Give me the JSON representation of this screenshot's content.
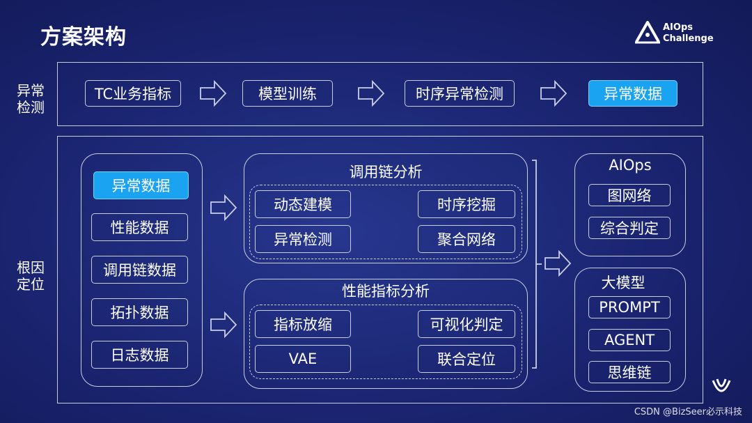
{
  "header": {
    "title": "方案架构",
    "logo_line1": "AIOps",
    "logo_line2": "Challenge"
  },
  "anomaly_section": {
    "label_line1": "异常",
    "label_line2": "检测",
    "steps": [
      "TC业务指标",
      "模型训练",
      "时序异常检测",
      "异常数据"
    ]
  },
  "rca_section": {
    "label_line1": "根因",
    "label_line2": "定位",
    "inputs": [
      "异常数据",
      "性能数据",
      "调用链数据",
      "拓扑数据",
      "日志数据"
    ],
    "trace_panel": {
      "title": "调用链分析",
      "items": [
        "动态建模",
        "时序挖掘",
        "异常检测",
        "聚合网络"
      ]
    },
    "metric_panel": {
      "title": "性能指标分析",
      "items": [
        "指标放缩",
        "可视化判定",
        "VAE",
        "联合定位"
      ]
    },
    "aiops_panel": {
      "title": "AIOps",
      "items": [
        "图网络",
        "综合判定"
      ]
    },
    "llm_panel": {
      "title": "大模型",
      "items": [
        "PROMPT",
        "AGENT",
        "思维链"
      ]
    }
  },
  "footer": {
    "watermark": "CSDN @BizSeer必示科技"
  },
  "colors": {
    "background": "#1a2470",
    "highlight": "#1aa3f0",
    "border": "#c9cfe8"
  }
}
